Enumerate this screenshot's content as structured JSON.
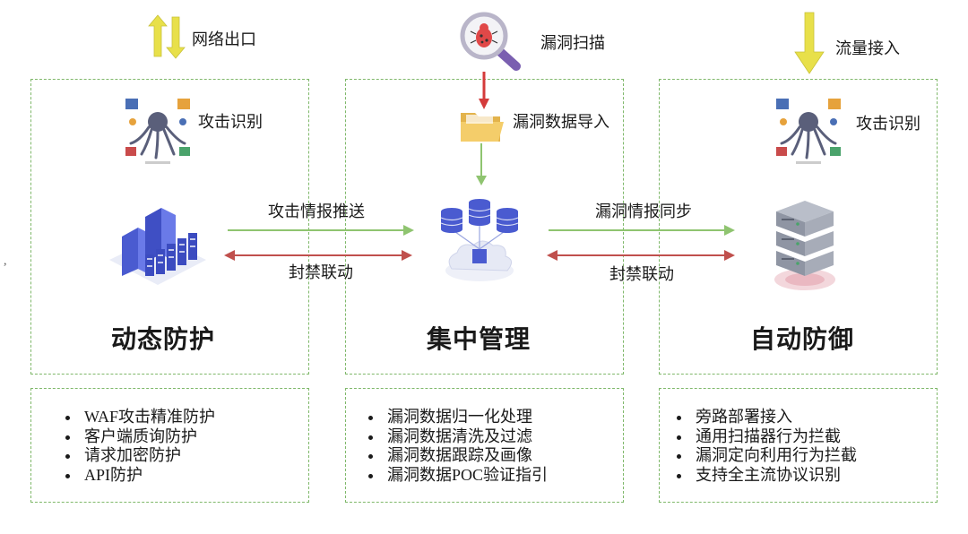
{
  "top": {
    "network_exit": "网络出口",
    "vuln_scan": "漏洞扫描",
    "traffic_in": "流量接入"
  },
  "left_panel": {
    "attack_id": "攻击识别",
    "title": "动态防护",
    "bullets": [
      "WAF攻击精准防护",
      "客户端质询防护",
      "请求加密防护",
      "API防护"
    ]
  },
  "center_panel": {
    "vuln_import": "漏洞数据导入",
    "title": "集中管理",
    "bullets": [
      "漏洞数据归一化处理",
      "漏洞数据清洗及过滤",
      "漏洞数据跟踪及画像",
      "漏洞数据POC验证指引"
    ]
  },
  "right_panel": {
    "attack_id": "攻击识别",
    "title": "自动防御",
    "bullets": [
      "旁路部署接入",
      "通用扫描器行为拦截",
      "漏洞定向利用行为拦截",
      "支持全主流协议识别"
    ]
  },
  "arrows": {
    "left_push": "攻击情报推送",
    "left_ban": "封禁联动",
    "right_sync": "漏洞情报同步",
    "right_ban": "封禁联动"
  },
  "stray_mark": ",",
  "colors": {
    "dashed_border": "#7fb86a",
    "arrow_green": "#8fc470",
    "arrow_red": "#c0504d",
    "arrow_yellow": "#e8e04a"
  }
}
